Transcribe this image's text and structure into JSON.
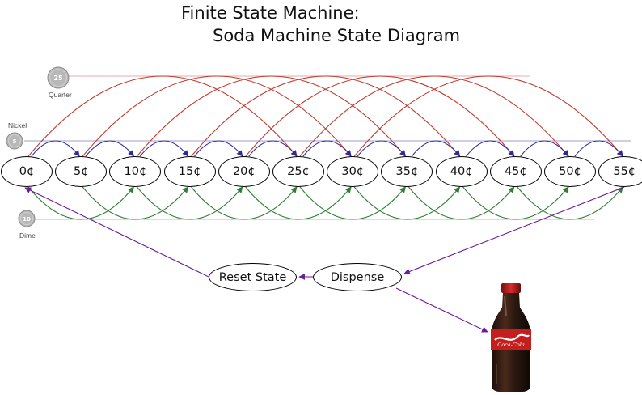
{
  "title": {
    "line1": "Finite State Machine:",
    "line2": "Soda Machine State Diagram"
  },
  "coins": {
    "quarter": {
      "label": "Quarter",
      "face": "25",
      "color": "#c0392b"
    },
    "nickel": {
      "label": "Nickel",
      "face": "5",
      "color": "#2e2a9c"
    },
    "dime": {
      "label": "Dime",
      "face": "10",
      "color": "#2e7d32"
    }
  },
  "states": [
    "0¢",
    "5¢",
    "10¢",
    "15¢",
    "20¢",
    "25¢",
    "30¢",
    "35¢",
    "40¢",
    "45¢",
    "50¢",
    "55¢"
  ],
  "actions": {
    "reset": "Reset State",
    "dispense": "Dispense"
  },
  "transitions": {
    "nickel_step": 1,
    "dime_step": 2,
    "quarter_step": 5
  },
  "colors": {
    "quarter_arrow": "#c0392b",
    "nickel_arrow": "#2e2a9c",
    "dime_arrow": "#2e7d32",
    "flow_arrow": "#6a1b9a",
    "quarter_line": "#e8a8a8",
    "nickel_line": "#9c9ccc",
    "dime_line": "#9ccc9c"
  },
  "bottle": {
    "brand": "Coca-Cola"
  }
}
